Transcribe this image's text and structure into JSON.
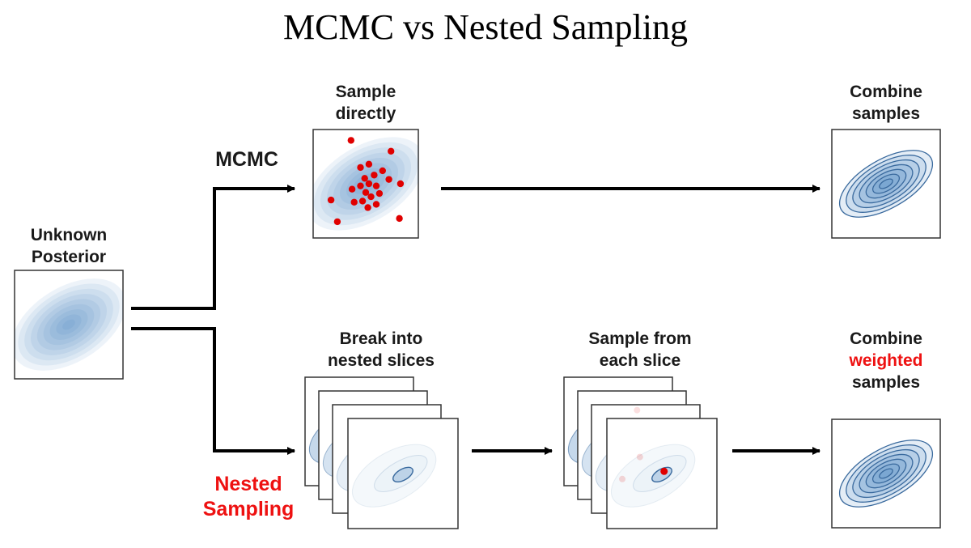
{
  "title": "MCMC vs Nested Sampling",
  "labels": {
    "unknown_line1": "Unknown",
    "unknown_line2": "Posterior",
    "mcmc": "MCMC",
    "sample_directly_line1": "Sample",
    "sample_directly_line2": "directly",
    "combine_line1": "Combine",
    "combine_line2": "samples",
    "break_line1": "Break into",
    "break_line2": "nested slices",
    "sample_each_line1": "Sample from",
    "sample_each_line2": "each slice",
    "combine_weighted_line1": "Combine",
    "combine_weighted_line2": "weighted",
    "combine_weighted_line3": "samples",
    "nested_line1": "Nested",
    "nested_line2": "Sampling"
  },
  "colors": {
    "accent_red": "#ee1111",
    "posterior_blue": "#2f73b8",
    "contour_line": "#3a6a9e",
    "sample_point": "#e00000"
  },
  "mcmc_samples": [
    [
      0.36,
      0.1
    ],
    [
      0.74,
      0.2
    ],
    [
      0.45,
      0.35
    ],
    [
      0.53,
      0.32
    ],
    [
      0.58,
      0.42
    ],
    [
      0.66,
      0.38
    ],
    [
      0.49,
      0.45
    ],
    [
      0.45,
      0.52
    ],
    [
      0.53,
      0.5
    ],
    [
      0.6,
      0.52
    ],
    [
      0.72,
      0.46
    ],
    [
      0.83,
      0.5
    ],
    [
      0.37,
      0.55
    ],
    [
      0.5,
      0.58
    ],
    [
      0.63,
      0.59
    ],
    [
      0.55,
      0.62
    ],
    [
      0.47,
      0.66
    ],
    [
      0.39,
      0.67
    ],
    [
      0.17,
      0.65
    ],
    [
      0.52,
      0.72
    ],
    [
      0.6,
      0.69
    ],
    [
      0.23,
      0.85
    ],
    [
      0.82,
      0.82
    ]
  ]
}
